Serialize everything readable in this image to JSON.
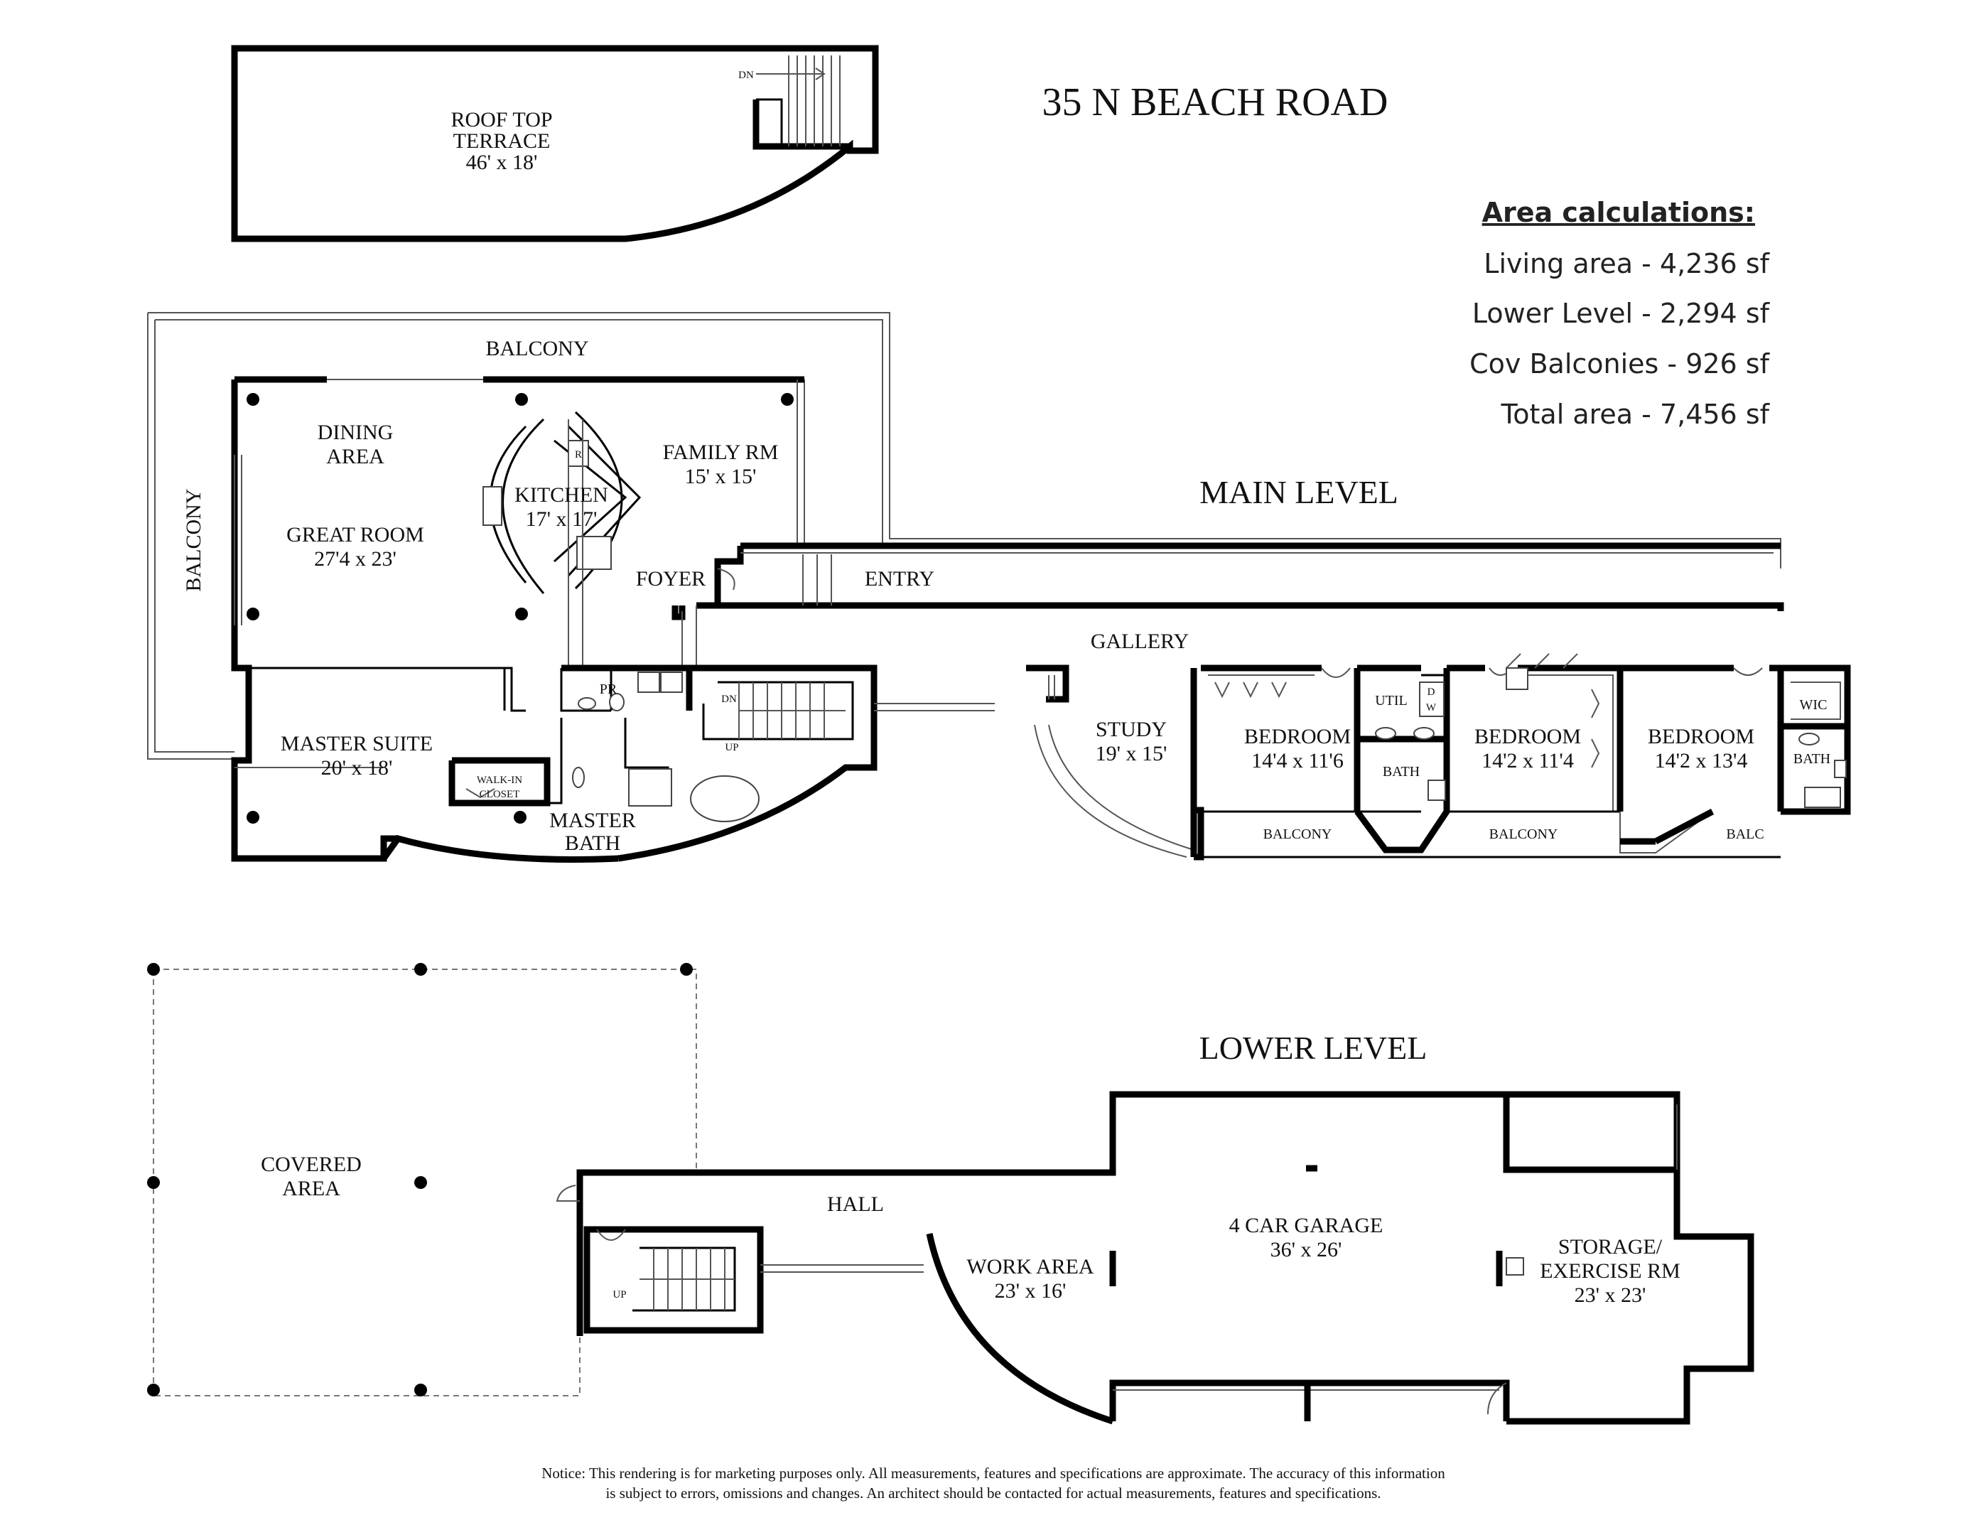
{
  "title": "35 N BEACH ROAD",
  "area_calculations": {
    "heading": "Area calculations:",
    "lines": [
      "Living area - 4,236 sf",
      "Lower Level - 2,294 sf",
      "Cov Balconies - 926 sf",
      "Total area - 7,456 sf"
    ]
  },
  "roof": {
    "name_line1": "ROOF TOP",
    "name_line2": "TERRACE",
    "size": "46' x 18'",
    "stair_label": "DN"
  },
  "main_level": {
    "label": "MAIN LEVEL",
    "rooms": {
      "balcony_top": "BALCONY",
      "balcony_left": "BALCONY",
      "dining_line1": "DINING",
      "dining_line2": "AREA",
      "great_room": "GREAT ROOM",
      "great_room_size": "27'4 x 23'",
      "kitchen": "KITCHEN",
      "kitchen_size": "17' x 17'",
      "family_rm": "FAMILY RM",
      "family_rm_size": "15' x 15'",
      "foyer": "FOYER",
      "entry": "ENTRY",
      "gallery": "GALLERY",
      "pr": "PR",
      "master_suite": "MASTER SUITE",
      "master_suite_size": "20' x 18'",
      "walk_in_line1": "WALK-IN",
      "walk_in_line2": "CLOSET",
      "master_bath_line1": "MASTER",
      "master_bath_line2": "BATH",
      "stair_dn": "DN",
      "stair_up": "UP",
      "study": "STUDY",
      "study_size": "19' x 15'",
      "bedroom1": "BEDROOM",
      "bedroom1_size": "14'4 x 11'6",
      "util": "UTIL",
      "dw_d": "D",
      "dw_w": "W",
      "bath_mid": "BATH",
      "bedroom2": "BEDROOM",
      "bedroom2_size": "14'2 x 11'4",
      "bedroom3": "BEDROOM",
      "bedroom3_size": "14'2 x 13'4",
      "wic": "WIC",
      "bath_right": "BATH",
      "balcony_b1": "BALCONY",
      "balcony_b2": "BALCONY",
      "balc": "BALC",
      "fridge": "R"
    }
  },
  "lower_level": {
    "label": "LOWER LEVEL",
    "rooms": {
      "covered_line1": "COVERED",
      "covered_line2": "AREA",
      "hall": "HALL",
      "stair_up": "UP",
      "work_area": "WORK AREA",
      "work_area_size": "23' x 16'",
      "garage": "4 CAR GARAGE",
      "garage_size": "36' x 26'",
      "storage_line1": "STORAGE/",
      "storage_line2": "EXERCISE RM",
      "storage_size": "23' x 23'"
    }
  },
  "notice": {
    "line1": "Notice: This rendering is for marketing purposes only. All measurements, features and specifications are approximate. The accuracy of this information",
    "line2": "is subject to errors, omissions and changes. An architect should be contacted for actual measurements, features and specifications."
  }
}
